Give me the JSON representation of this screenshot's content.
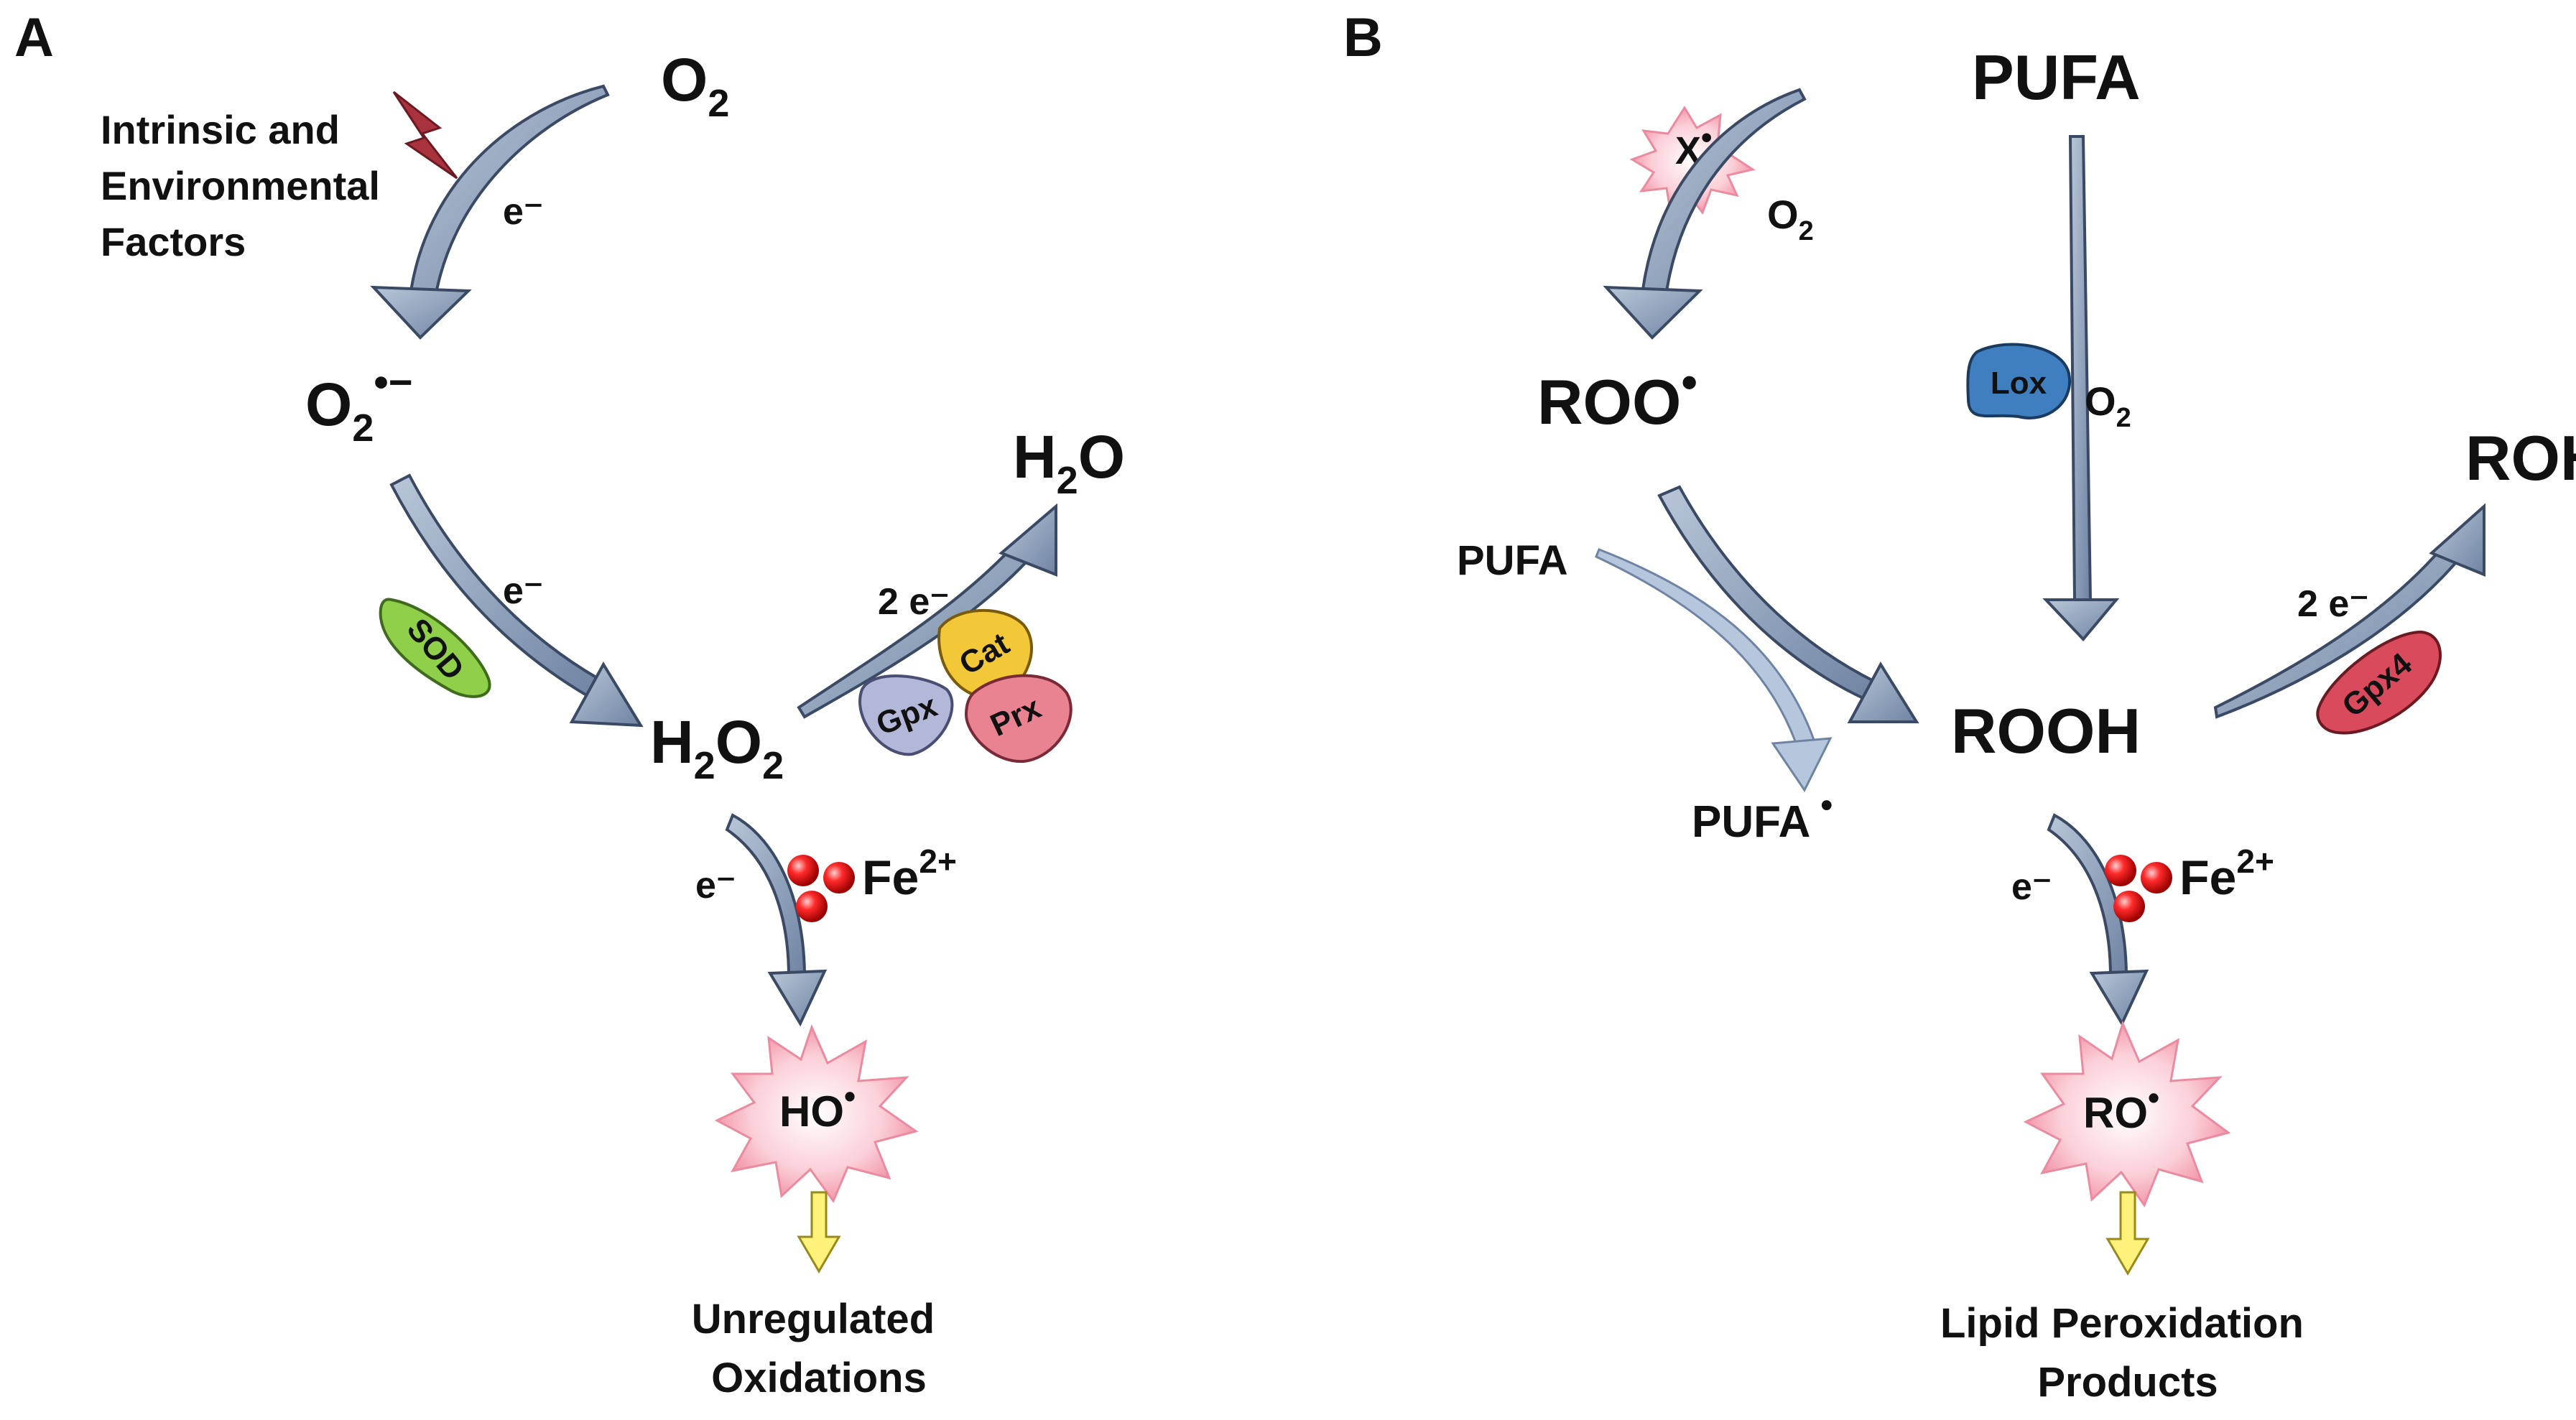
{
  "panel_a": {
    "label": "A",
    "o2": {
      "base": "O",
      "sub": "2"
    },
    "superoxide": {
      "base": "O",
      "sub": "2",
      "sup": "•−"
    },
    "h2o2": {
      "p1": "H",
      "s1": "2",
      "p2": "O",
      "s2": "2"
    },
    "h2o": {
      "p1": "H",
      "s1": "2",
      "p2": "O"
    },
    "factors": [
      "Intrinsic and",
      "Environmental",
      "Factors"
    ],
    "electron_1": "e⁻",
    "electron_2": "e⁻",
    "electron_3": "e⁻",
    "two_electrons": "2 e⁻",
    "sod": "SOD",
    "gpx": "Gpx",
    "cat": "Cat",
    "prx": "Prx",
    "iron": "Fe",
    "iron_charge": "2+",
    "radical": "HO",
    "radical_dot": "•",
    "outcome": [
      "Unregulated",
      "Oxidations"
    ]
  },
  "panel_b": {
    "label": "B",
    "pufa_top": "PUFA",
    "x_radical": "X",
    "x_dot": "•",
    "o2_left": {
      "base": "O",
      "sub": "2"
    },
    "o2_right": {
      "base": "O",
      "sub": "2"
    },
    "lox": "Lox",
    "roo": "ROO",
    "roo_dot": "•",
    "pufa_side": "PUFA",
    "pufa_radical": "PUFA",
    "pufa_radical_dot": "•",
    "rooh": "ROOH",
    "roh": "ROH",
    "two_electrons": "2 e⁻",
    "gpx4": "Gpx4",
    "electron": "e⁻",
    "iron": "Fe",
    "iron_charge": "2+",
    "radical": "RO",
    "radical_dot": "•",
    "outcome": [
      "Lipid Peroxidation",
      "Products"
    ]
  },
  "colors": {
    "arrow_fill": "#8b9db8",
    "arrow_stroke": "#3b4a64",
    "sod": "#8fcf4a",
    "gpx": "#b3b7d8",
    "cat": "#f2c838",
    "prx": "#e98392",
    "lox": "#3f7fc0",
    "gpx4": "#d94a5c",
    "iron": "#e01414",
    "burst": "#f9b8c4",
    "yellow_arrow": "#fff27a",
    "lightning": "#a8323e"
  }
}
